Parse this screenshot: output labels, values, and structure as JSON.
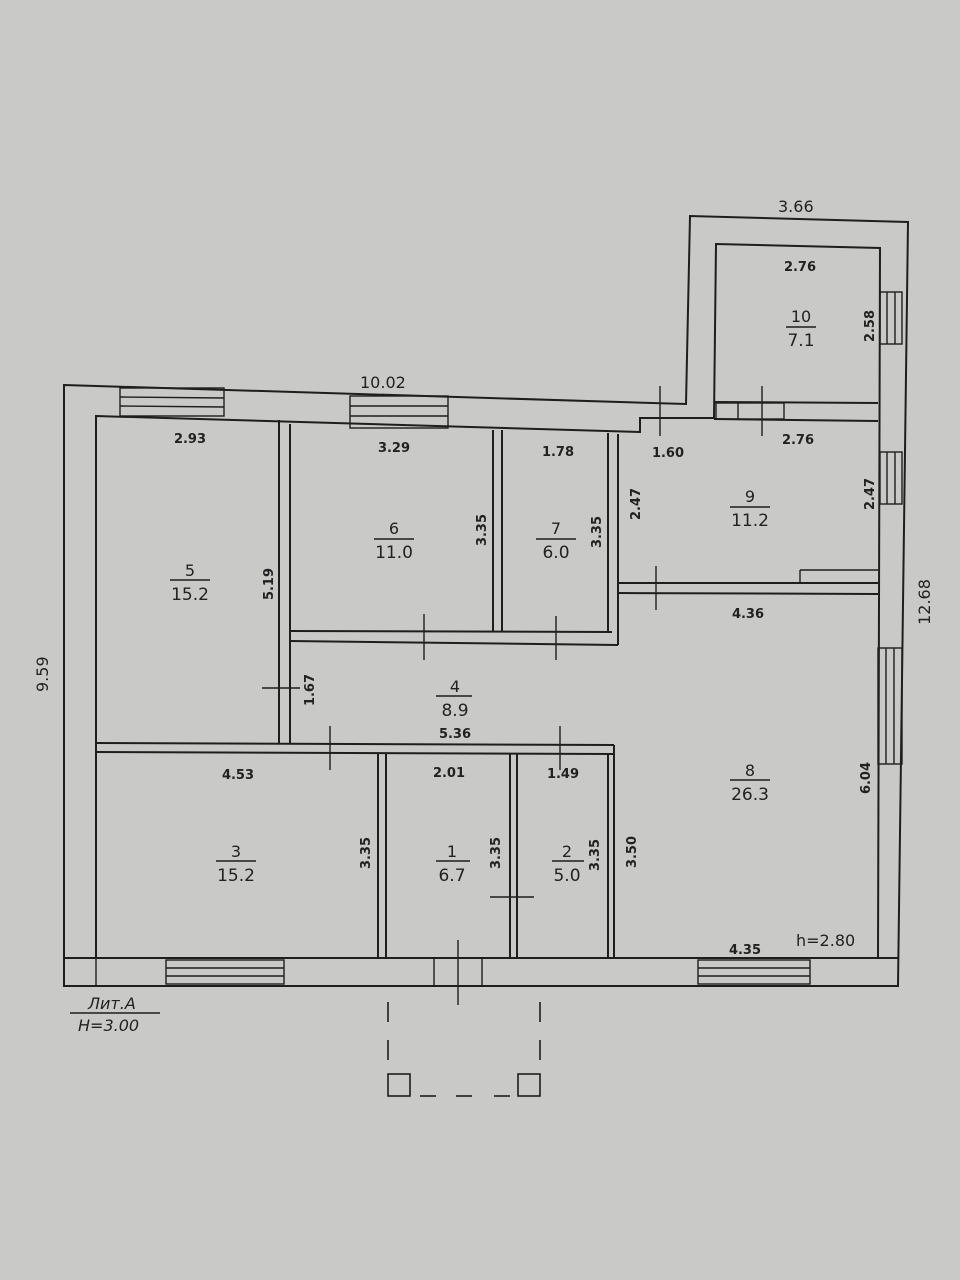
{
  "overall": {
    "width_top": "10.02",
    "width_right_top": "3.66",
    "height_left": "9.59",
    "height_right": "12.68"
  },
  "rooms": [
    {
      "id": "r1",
      "number": "1",
      "area": "6.7"
    },
    {
      "id": "r2",
      "number": "2",
      "area": "5.0"
    },
    {
      "id": "r3",
      "number": "3",
      "area": "15.2"
    },
    {
      "id": "r4",
      "number": "4",
      "area": "8.9"
    },
    {
      "id": "r5",
      "number": "5",
      "area": "15.2"
    },
    {
      "id": "r6",
      "number": "6",
      "area": "11.0"
    },
    {
      "id": "r7",
      "number": "7",
      "area": "6.0"
    },
    {
      "id": "r8",
      "number": "8",
      "area": "26.3"
    },
    {
      "id": "r9",
      "number": "9",
      "area": "11.2"
    },
    {
      "id": "r10",
      "number": "10",
      "area": "7.1"
    }
  ],
  "dims": {
    "d_10_top": "2.76",
    "d_10_side": "2.58",
    "d_9_top": "2.76",
    "d_9_side": "2.47",
    "d_9_left": "2.47",
    "d_1_60": "1.60",
    "d_5_top": "2.93",
    "d_5_side": "5.19",
    "d_6_top": "3.29",
    "d_6_side": "3.35",
    "d_7_top": "1.78",
    "d_7_side": "3.35",
    "d_8_top": "4.36",
    "d_8_side": "6.04",
    "d_8_left": "3.50",
    "d_8_bottom": "4.35",
    "d_4_side": "1.67",
    "d_4_bottom": "5.36",
    "d_3_top": "4.53",
    "d_3_side": "3.35",
    "d_1_top": "2.01",
    "d_1_side": "3.35",
    "d_2_top": "1.49",
    "d_2_side": "3.35"
  },
  "ceiling_height": "h=2.80",
  "legend": {
    "lit": "Лит.А",
    "height": "H=3.00"
  }
}
